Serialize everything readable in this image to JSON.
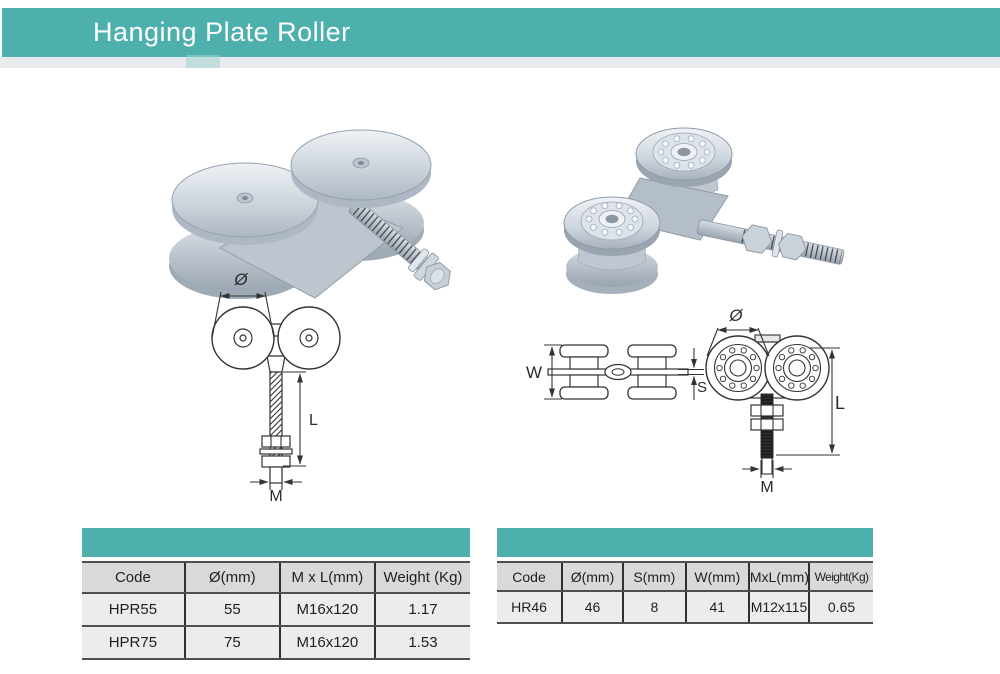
{
  "page": {
    "title": "Hanging Plate Roller"
  },
  "theme": {
    "accent_teal": "#4db0ac",
    "substrip_gray": "#e9eaee",
    "table_header_bg": "#d9d9d9",
    "table_row_bg": "#ececec",
    "table_border": "#4f4f4f"
  },
  "figures": {
    "photo_left": "plate-roller-with-threaded-bolt",
    "photo_right": "bearing-roller-with-threaded-bolt",
    "diagram_left": "plate-roller-dimension-drawing",
    "diagram_right": "bearing-roller-dimension-drawing"
  },
  "diagrams": {
    "left": {
      "labels": {
        "diameter": "Ø",
        "length": "L",
        "thread": "M"
      }
    },
    "right": {
      "labels": {
        "width": "W",
        "plate_thickness": "S",
        "diameter": "Ø",
        "length": "L",
        "thread": "M"
      }
    }
  },
  "tables": {
    "left": {
      "headers": [
        "Code",
        "Ø(mm)",
        "M x L(mm)",
        "Weight (Kg)"
      ],
      "rows": [
        [
          "HPR55",
          "55",
          "M16x120",
          "1.17"
        ],
        [
          "HPR75",
          "75",
          "M16x120",
          "1.53"
        ]
      ]
    },
    "right": {
      "headers": [
        "Code",
        "Ø(mm)",
        "S(mm)",
        "W(mm)",
        "MxL(mm)",
        "Weight(Kg)"
      ],
      "rows": [
        [
          "HR46",
          "46",
          "8",
          "41",
          "M12x115",
          "0.65"
        ]
      ]
    }
  }
}
